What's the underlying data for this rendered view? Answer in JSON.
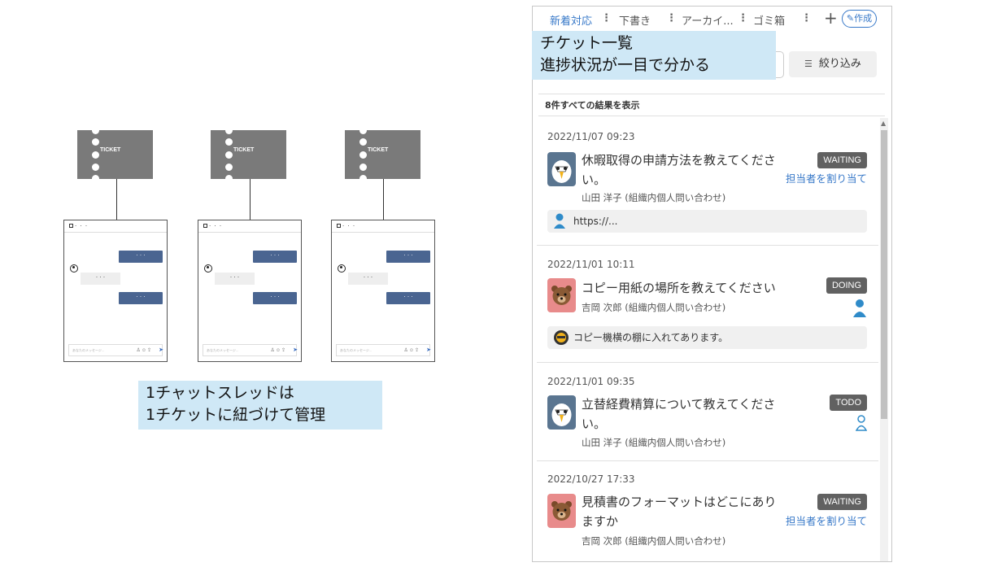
{
  "diagram": {
    "ticket_label": "TICKET",
    "chat_menu": "· · ·",
    "bubble_text": "· · ·",
    "input_placeholder": "あなたのメッセージ...",
    "caption": [
      "1チャットスレッドは",
      "1チケットに紐づけて管理"
    ]
  },
  "overlay": [
    "チケット一覧",
    "進捗状況が一目で分かる"
  ],
  "tabs": [
    {
      "label": "新着対応",
      "active": true
    },
    {
      "label": "下書き",
      "active": false
    },
    {
      "label": "アーカイ...",
      "active": false
    },
    {
      "label": "ゴミ箱",
      "active": false
    }
  ],
  "kebab": "⋮",
  "plus": "+",
  "create_label": "作成",
  "filter_label": "絞り込み",
  "results_text": "8件すべての結果を表示",
  "tickets": [
    {
      "date": "2022/11/07 09:23",
      "title": "休暇取得の申請方法を教えてください。",
      "requester": "山田 洋子 (組織内個人問い合わせ)",
      "status": "WAITING",
      "assign_label": "担当者を割り当て",
      "avatar": "eagle",
      "reply": "https://..."
    },
    {
      "date": "2022/11/01 10:11",
      "title": "コピー用紙の場所を教えてください",
      "requester": "吉岡 次郎 (組織内個人問い合わせ)",
      "status": "DOING",
      "avatar": "bear",
      "reply": "コピー機横の棚に入れてあります。"
    },
    {
      "date": "2022/11/01 09:35",
      "title": "立替経費精算について教えてください。",
      "requester": "山田 洋子 (組織内個人問い合わせ)",
      "status": "TODO",
      "avatar": "eagle"
    },
    {
      "date": "2022/10/27 17:33",
      "title": "見積書のフォーマットはどこにありますか",
      "requester": "吉岡 次郎 (組織内個人問い合わせ)",
      "status": "WAITING",
      "assign_label": "担当者を割り当て",
      "avatar": "bear"
    }
  ]
}
